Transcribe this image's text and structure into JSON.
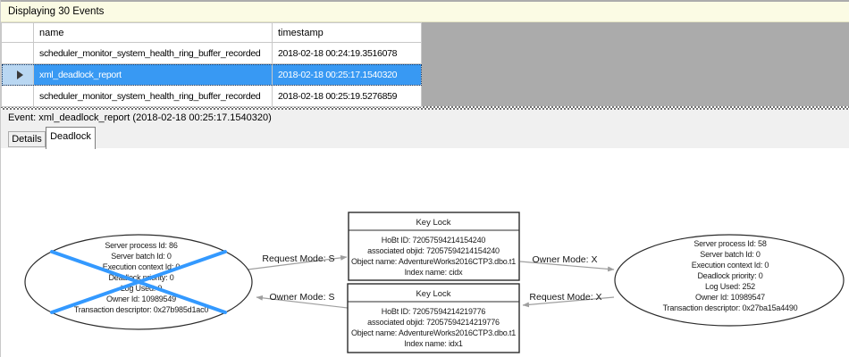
{
  "header": {
    "title": "Displaying 30 Events"
  },
  "grid": {
    "columns": [
      "name",
      "timestamp"
    ],
    "rows": [
      {
        "name": "scheduler_monitor_system_health_ring_buffer_recorded",
        "timestamp": "2018-02-18 00:24:19.3516078",
        "selected": false
      },
      {
        "name": "xml_deadlock_report",
        "timestamp": "2018-02-18 00:25:17.1540320",
        "selected": true
      },
      {
        "name": "scheduler_monitor_system_health_ring_buffer_recorded",
        "timestamp": "2018-02-18 00:25:19.5276859",
        "selected": false
      }
    ]
  },
  "event_bar": {
    "label": "Event: xml_deadlock_report (2018-02-18 00:25:17.1540320)"
  },
  "tabs": [
    {
      "label": "Details",
      "active": false
    },
    {
      "label": "Deadlock",
      "active": true
    }
  ],
  "graph": {
    "process_left": {
      "role": "deadlock-victim",
      "lines": [
        "Server process Id: 86",
        "Server batch Id: 0",
        "Execution context Id: 0",
        "Deadlock priority: 0",
        "Log Used: 0",
        "Owner Id: 10989549",
        "Transaction descriptor: 0x27b985d1ac0"
      ]
    },
    "process_right": {
      "role": "survivor",
      "lines": [
        "Server process Id: 58",
        "Server batch Id: 0",
        "Execution context Id: 0",
        "Deadlock priority: 0",
        "Log Used: 252",
        "Owner Id: 10989547",
        "Transaction descriptor: 0x27ba15a4490"
      ]
    },
    "lock_top": {
      "title": "Key Lock",
      "lines": [
        "HoBt ID: 72057594214154240",
        "associated objid: 72057594214154240",
        "Object name: AdventureWorks2016CTP3.dbo.t1",
        "Index name: cidx"
      ]
    },
    "lock_bottom": {
      "title": "Key Lock",
      "lines": [
        "HoBt ID: 72057594214219776",
        "associated objid: 72057594214219776",
        "Object name: AdventureWorks2016CTP3.dbo.t1",
        "Index name: idx1"
      ]
    },
    "edges": [
      {
        "label": "Request Mode: S",
        "from": "process_left",
        "to": "lock_top"
      },
      {
        "label": "Owner Mode: S",
        "from": "lock_bottom",
        "to": "process_left"
      },
      {
        "label": "Owner Mode: X",
        "from": "lock_top",
        "to": "process_right"
      },
      {
        "label": "Request Mode: X",
        "from": "process_right",
        "to": "lock_bottom"
      }
    ]
  },
  "colors": {
    "selection_blue": "#3899f3",
    "info_bar_yellow": "#fbfbe4",
    "grid_backdrop_gray": "#ababab",
    "panel_gray": "#f0f0f0",
    "edge_gray": "#9f9f9f",
    "victim_cross_blue": "#3399ff"
  }
}
